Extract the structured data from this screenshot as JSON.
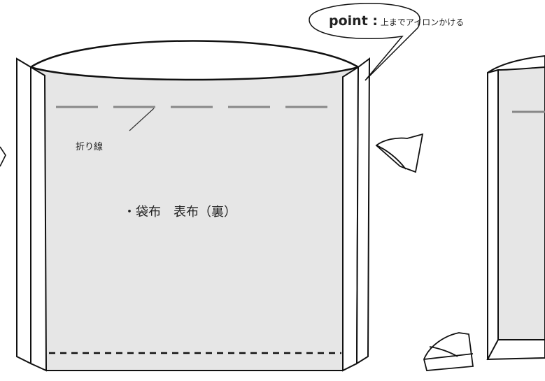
{
  "callout": {
    "point_label": "point :",
    "point_text": "上までアイロンかける"
  },
  "fold_line_label": "折り線",
  "fabric_label": "・袋布　表布（裏）",
  "icons": [
    "iron-icon",
    "iron-icon"
  ],
  "colors": {
    "fabric_fill": "#e6e6e6",
    "outline": "#111111",
    "fold_line": "#888888",
    "stitch_line": "#111111"
  }
}
